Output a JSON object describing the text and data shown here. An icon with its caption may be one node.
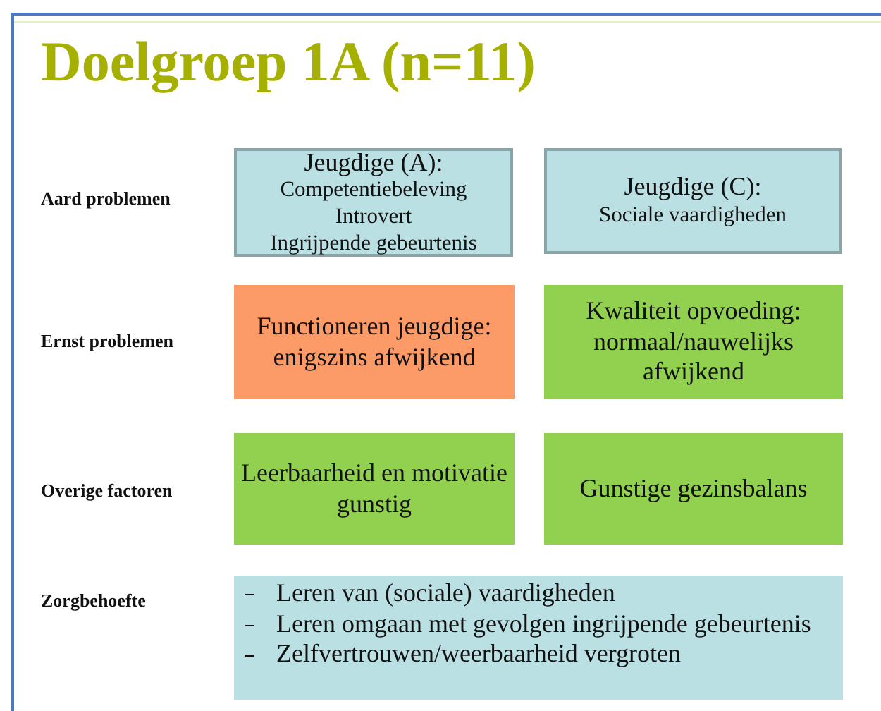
{
  "diagram": {
    "title": "Doelgroep 1A (n=11)",
    "nodes": [
      {
        "text": [
          "Jeugdige (A):",
          "Competentiebeleving",
          "Introvert",
          "Ingrijpende gebeurtenis"
        ]
      },
      {
        "text": [
          "Jeugdige (C):",
          "Sociale vaardigheden"
        ]
      },
      {
        "text": [
          "Functioneren jeugdige: enigszins afwijkend"
        ]
      },
      {
        "text": [
          "Kwaliteit opvoeding: normaal/nauwelijks afwijkend"
        ]
      },
      {
        "text": [
          "Leerbaarheid en motivatie gunstig"
        ]
      },
      {
        "text": [
          "Gunstige gezinsbalans"
        ]
      },
      {
        "text": [
          "Leren van (sociale) vaardigheden",
          "Leren omgaan met gevolgen ingrijpende gebeurtenis",
          "Zelfvertrouwen/weerbaarheid vergroten"
        ]
      }
    ],
    "labels": [
      "Aard problemen",
      "Ernst problemen",
      "Overige factoren",
      "Zorgbehoefte"
    ]
  }
}
